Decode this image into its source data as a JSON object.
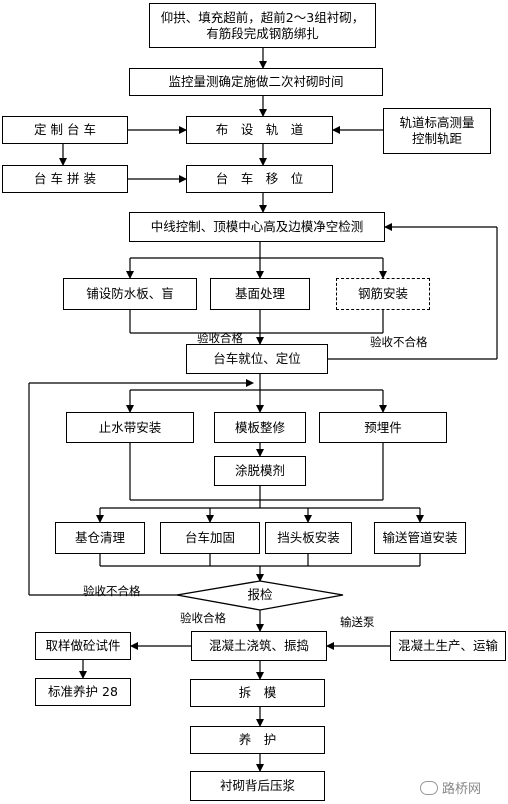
{
  "nodes": {
    "arch_fill": "仰拱、填充超前，超前2～3组衬砌，\n有筋段完成钢筋绑扎",
    "monitoring": "监控量测确定施做二次衬砌时间",
    "make_trolley": "定 制 台 车",
    "lay_track": "布　设　轨　道",
    "track_survey": "轨道标高测量\n控制轨距",
    "assemble_trolley": "台 车 拼 装",
    "move_trolley": "台　车　移　位",
    "centerline_check": "中线控制、顶模中心高及边模净空检测",
    "waterproof": "铺设防水板、盲",
    "base_treatment": "基面处理",
    "rebar_install": "钢筋安装",
    "trolley_position": "台车就位、定位",
    "waterstop": "止水带安装",
    "formwork_repair": "模板整修",
    "embedded_parts": "预埋件",
    "release_agent": "涂脱模剂",
    "base_clean": "基仓清理",
    "trolley_reinforce": "台车加固",
    "end_plate": "挡头板安装",
    "pipeline_install": "输送管道安装",
    "inspection": "报检",
    "pouring": "混凝土浇筑、振捣",
    "concrete_production": "混凝土生产、运输",
    "sample_test": "取样做砼试件",
    "standard_cure": "标准养护 28",
    "demold": "拆　模",
    "curing": "养　护",
    "grouting": "衬砌背后压浆"
  },
  "labels": {
    "accept_pass_1": "验收合格",
    "accept_fail_1": "验收不合格",
    "accept_fail_2": "验收不合格",
    "accept_pass_2": "验收合格",
    "pump": "输送泵"
  },
  "watermark": "路桥网"
}
